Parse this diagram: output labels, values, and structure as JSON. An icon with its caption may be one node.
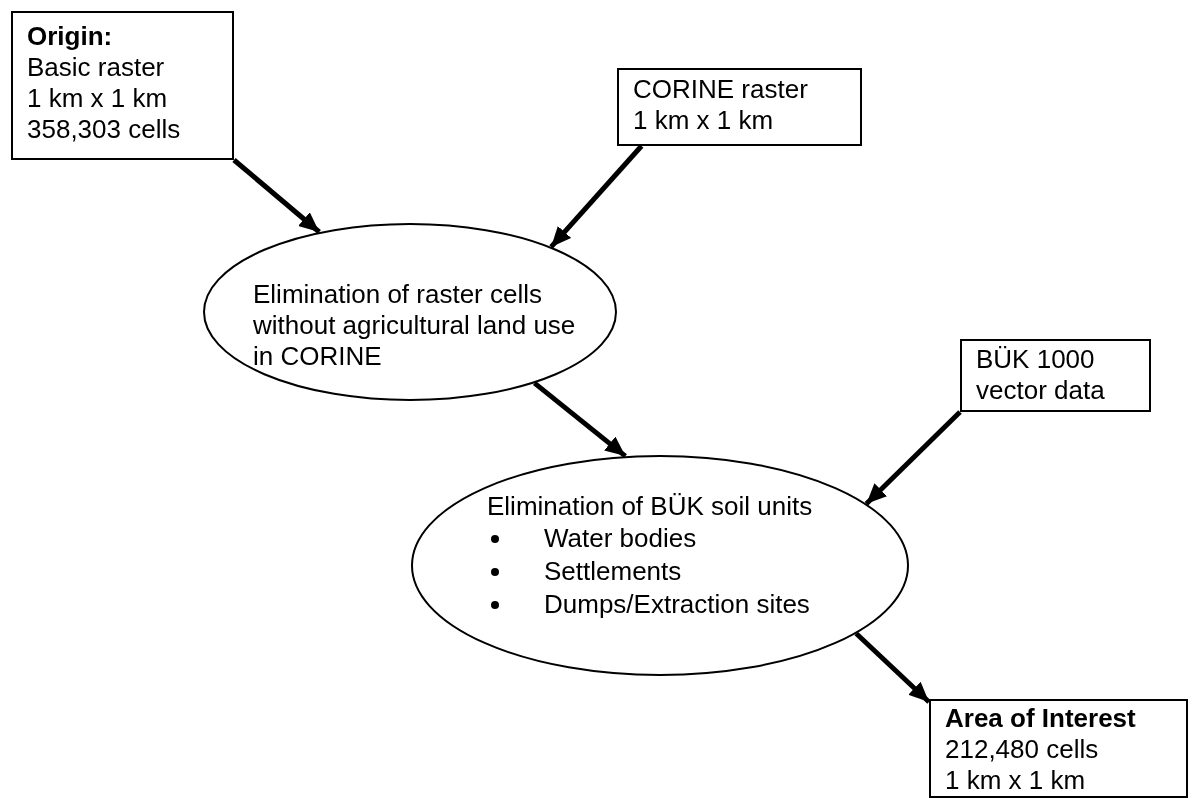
{
  "diagram": {
    "nodes": [
      {
        "text": [
          "Origin:",
          "Basic raster",
          "1 km x 1 km",
          "358,303 cells"
        ]
      },
      {
        "text": [
          "CORINE raster",
          "1 km x 1 km"
        ]
      },
      {
        "text": [
          "Elimination of raster cells without agricultural land use in CORINE"
        ]
      },
      {
        "text": [
          "BÜK 1000",
          "vector data"
        ]
      },
      {
        "text": [
          "Elimination of BÜK soil units",
          "Water bodies",
          "Settlements",
          "Dumps/Extraction sites"
        ]
      },
      {
        "text": [
          "Area of Interest",
          "212,480 cells",
          "1 km x 1 km"
        ]
      }
    ],
    "edges": [
      {
        "from": 0,
        "to": 2,
        "arrow": "to"
      },
      {
        "from": 1,
        "to": 2,
        "arrow": "to"
      },
      {
        "from": 2,
        "to": 4,
        "arrow": "to"
      },
      {
        "from": 3,
        "to": 4,
        "arrow": "to"
      },
      {
        "from": 4,
        "to": 5,
        "arrow": "to"
      }
    ]
  }
}
